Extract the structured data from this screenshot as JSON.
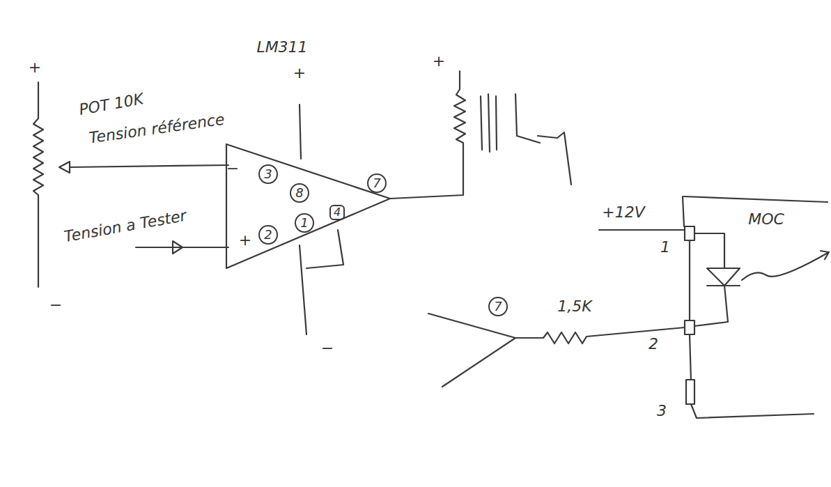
{
  "diagram": {
    "labels": [
      "+",
      "POT 10K",
      "Tension référence",
      "−",
      "LM311",
      "+",
      "−",
      "3",
      "8",
      "7",
      "+",
      "2",
      "1",
      "4",
      "−",
      "Tension a Tester",
      "+",
      "+12V",
      "MOC",
      "1",
      "7",
      "1,5K",
      "2",
      "3"
    ]
  }
}
